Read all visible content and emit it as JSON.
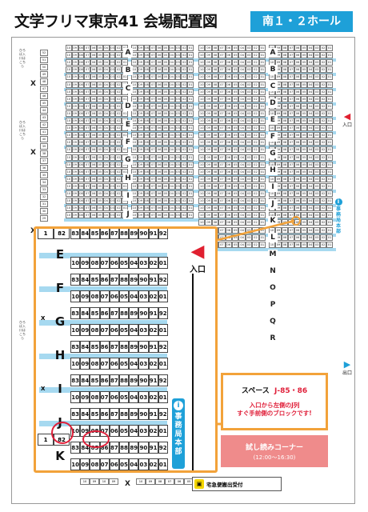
{
  "header": {
    "title": "文学フリマ東京41 会場配置図",
    "hall": "南１・２ホール"
  },
  "side_text": {
    "left_a": "ひろば入口はこちら",
    "left_b": "ひろば入口はこちら"
  },
  "map": {
    "x_label": "X",
    "one_eighty_two": [
      "1",
      "82"
    ],
    "zoom_rows": [
      {
        "letter": "E"
      },
      {
        "letter": "F"
      },
      {
        "letter": "G"
      },
      {
        "letter": "H"
      },
      {
        "letter": "I"
      },
      {
        "letter": "J"
      },
      {
        "letter": "K"
      }
    ],
    "seq_83_92": [
      "83",
      "84",
      "85",
      "86",
      "87",
      "88",
      "89",
      "90",
      "91",
      "92"
    ],
    "seq_10_01": [
      "10",
      "09",
      "08",
      "07",
      "06",
      "05",
      "04",
      "03",
      "02",
      "01"
    ],
    "right_letters": [
      "A",
      "B",
      "C",
      "D",
      "E",
      "F",
      "G",
      "H",
      "I",
      "J",
      "K",
      "L",
      "M",
      "N",
      "O",
      "P",
      "Q",
      "R"
    ],
    "mid_letters": [
      "A",
      "B",
      "C",
      "D",
      "E",
      "F",
      "G",
      "H",
      "I",
      "J"
    ],
    "bottom_x": "X"
  },
  "entrance": {
    "label": "入口"
  },
  "exit": {
    "label": "出口"
  },
  "office": {
    "label": "事務局本部"
  },
  "callout": {
    "space_prefix": "スペース",
    "space_value": "J-85・86",
    "line1": "入口から左側のJ列",
    "line2": "すぐ手前側のブロックです!"
  },
  "tameshi": {
    "title": "試し読みコーナー",
    "hours": "(12:00～16:30)"
  },
  "takkyu": {
    "label": "宅急便搬出受付"
  },
  "colors": {
    "band": "#a6d9f0",
    "accent": "#1ea0d8",
    "highlight": "#e0203a",
    "orange": "#f2a23a",
    "pink": "#ef8b8b"
  }
}
